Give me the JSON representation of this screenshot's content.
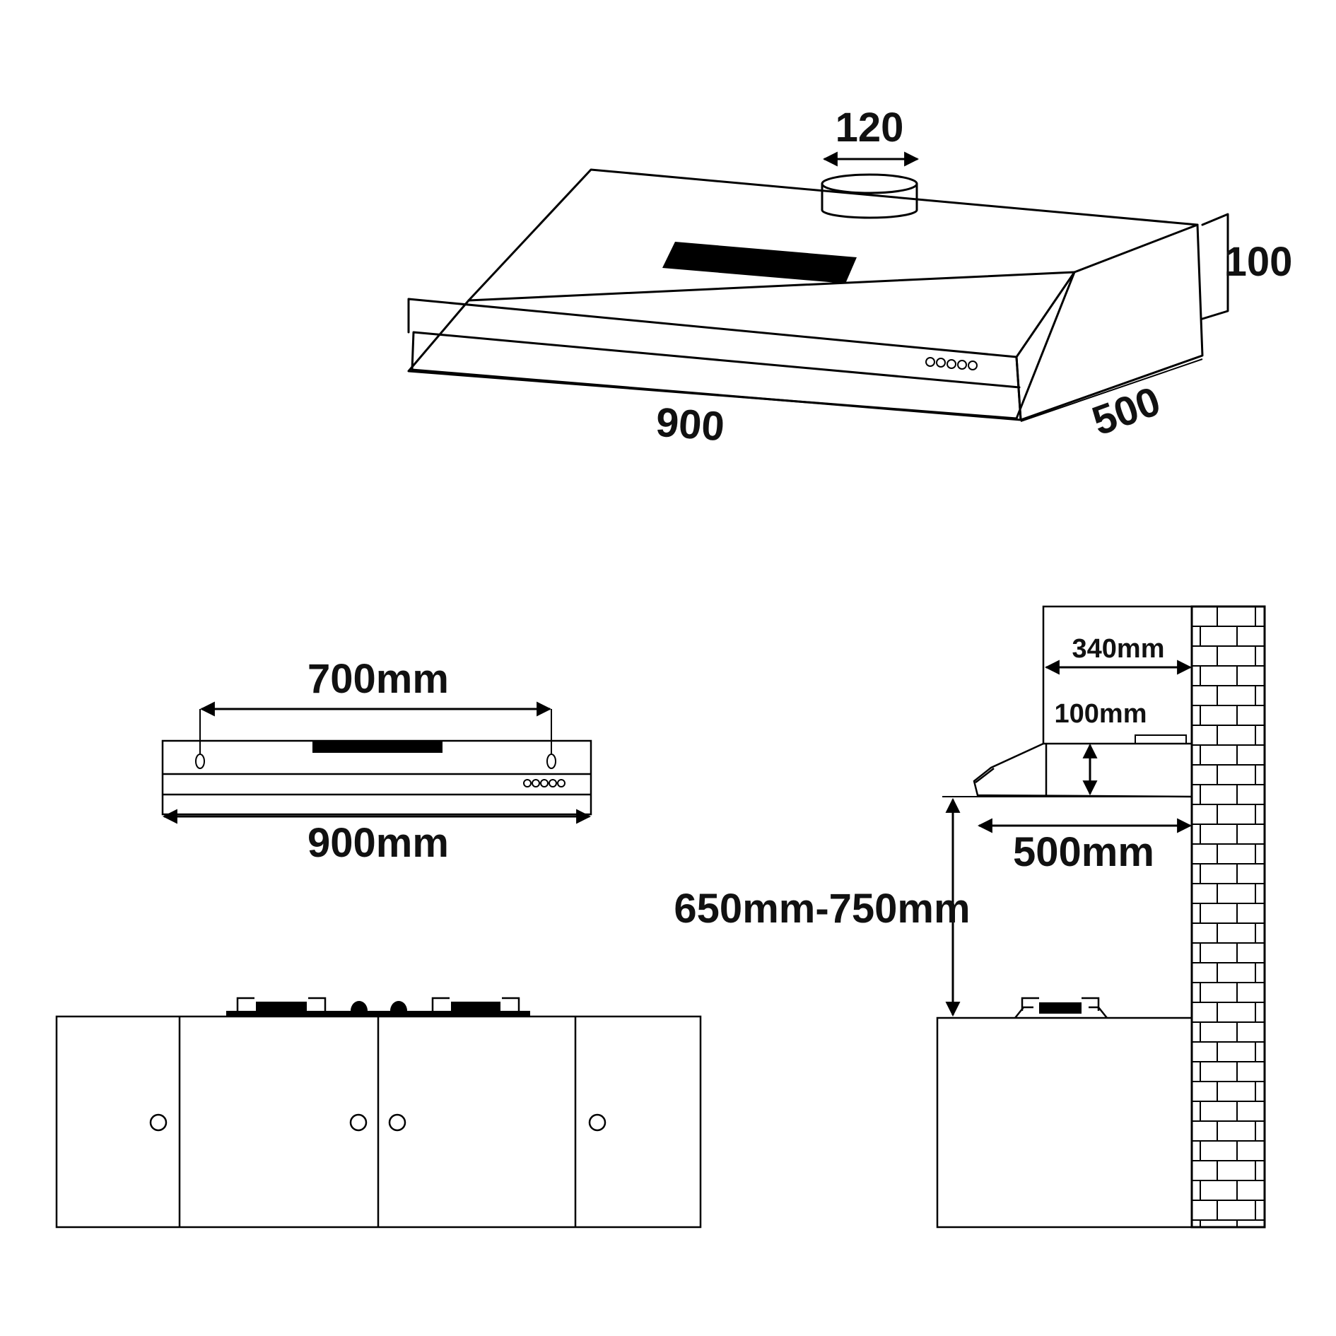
{
  "product_view": {
    "duct_width": "120",
    "height": "100",
    "width": "900",
    "depth": "500"
  },
  "front_view": {
    "mount_spacing": "700mm",
    "overall_width": "900mm"
  },
  "side_view": {
    "top_depth": "340mm",
    "body_height": "100mm",
    "hood_depth": "500mm",
    "install_height": "650mm-750mm"
  }
}
